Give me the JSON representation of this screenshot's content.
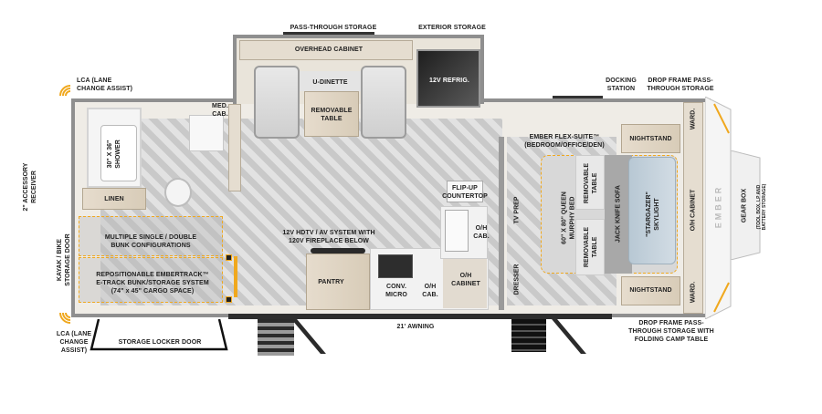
{
  "floorplan": {
    "exterior_labels": {
      "pass_through_storage": "PASS-THROUGH STORAGE",
      "exterior_storage": "EXTERIOR STORAGE",
      "lca_top": "LCA (LANE\nCHANGE ASSIST)",
      "lca_bottom": "LCA (LANE\nCHANGE\nASSIST)",
      "docking_station": "DOCKING\nSTATION",
      "drop_frame_top": "DROP FRAME PASS-\nTHROUGH STORAGE",
      "drop_frame_bottom": "DROP FRAME PASS-\nTHROUGH STORAGE WITH\nFOLDING CAMP TABLE",
      "accessory_receiver": "2\" ACCESSORY RECEIVER",
      "kayak_door": "KAYAK / BIKE\nSTORAGE DOOR",
      "storage_locker_door": "STORAGE LOCKER DOOR",
      "awning": "21' AWNING",
      "gear_box": "GEAR BOX",
      "gear_box_sub": "(TOOL BOX, LP AND\nBATTERY STORAGE)",
      "brand": "EMBER"
    },
    "rooms": {
      "overhead_cabinet": "OVERHEAD CABINET",
      "u_dinette": "U-DINETTE",
      "removable_table_dinette": "REMOVABLE\nTABLE",
      "refrigerator": "12V REFRIG.",
      "med_cab": "MED.\nCAB.",
      "shower": "30\" X 36\"\nSHOWER",
      "linen": "LINEN",
      "bunk_configurations": "MULTIPLE SINGLE / DOUBLE\nBUNK CONFIGURATIONS",
      "embertrack": "REPOSITIONABLE EMBERTRACK™\nE-TRACK BUNK/STORAGE SYSTEM\n(74\" x 45\" CARGO SPACE)",
      "hdtv": "12V HDTV / AV SYSTEM WITH\n120V FIREPLACE BELOW",
      "pantry": "PANTRY",
      "conv_micro": "CONV.\nMICRO",
      "oh_cab_kitchen": "O/H\nCAB.",
      "oh_cabinet_kitchen": "O/H\nCABINET",
      "flip_up_countertop": "FLIP-UP\nCOUNTERTOP",
      "oh_cab_sink": "O/H\nCAB.",
      "tv_prep": "TV PREP",
      "dresser": "DRESSER",
      "flex_suite": "EMBER FLEX-SUITE™\n(BEDROOM/OFFICE/DEN)",
      "murphy_bed": "60\" X 80\" QUEEN\nMURPHY BED",
      "removable_table_top": "REMOVABLE\nTABLE",
      "removable_table_bottom": "REMOVABLE\nTABLE",
      "jack_knife_sofa": "JACK KNIFE SOFA",
      "skylight": "\"STARGAZER\"\nSKYLIGHT",
      "nightstand_top": "NIGHTSTAND",
      "nightstand_bottom": "NIGHTSTAND",
      "ward_top": "WARD.",
      "ward_bottom": "WARD.",
      "oh_cabinet_front": "O/H CABINET"
    },
    "colors": {
      "accent_orange": "#f0a81e",
      "wall": "#8c8c8c",
      "cabinet": "#e5ddd0",
      "floor_light": "#e2e2e2",
      "floor_dark": "#c9c9c9",
      "steps": "#2b2b2b"
    }
  }
}
